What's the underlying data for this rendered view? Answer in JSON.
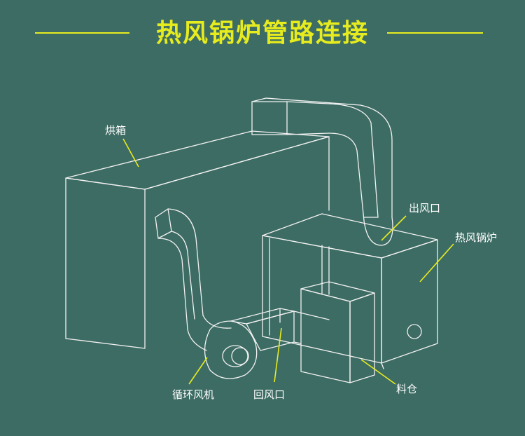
{
  "title": "热风锅炉管路连接",
  "labels": {
    "oven": "烘箱",
    "outlet": "出风口",
    "boiler": "热风锅炉",
    "fan": "循环风机",
    "return": "回风口",
    "hopper": "料仓"
  },
  "colors": {
    "background": "#3d6c64",
    "title": "#e7ec1e",
    "line": "#f2f2f2",
    "leader": "#e7ec1e"
  }
}
